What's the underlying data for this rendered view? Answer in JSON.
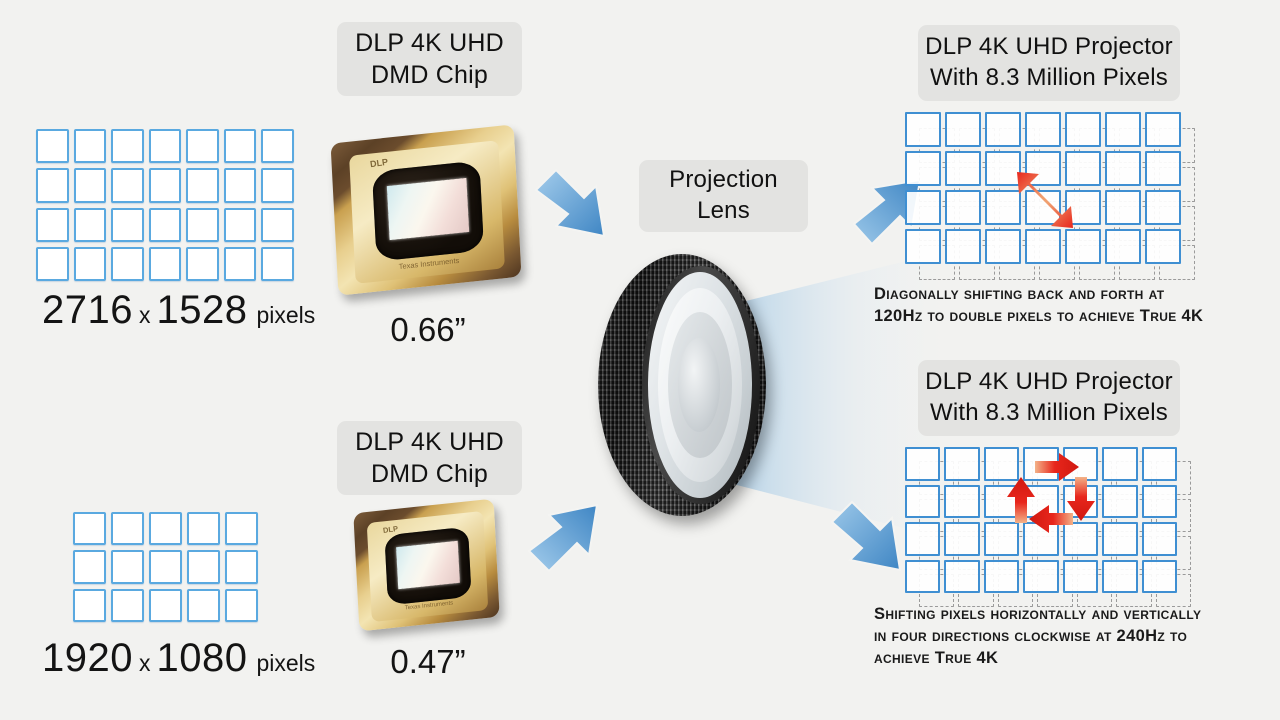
{
  "page": {
    "title": "DLP 4K UHD Pixel Shifting Diagram",
    "background_color": "#f2f2f0",
    "accent_blue": "#5aa9e0",
    "grid_blue": "#3f8fd2",
    "arrow_red": "#e02020",
    "chip_gold": "#e8cf8e",
    "chip_text_color": "#6b4f23"
  },
  "left": {
    "top": {
      "grid": {
        "columns": 7,
        "rows": 4,
        "cell_label": "pixel-cell"
      },
      "resolution": {
        "width": "2716",
        "separator": "x",
        "height": "1528",
        "unit": "pixels"
      }
    },
    "bottom": {
      "grid": {
        "columns": 5,
        "rows": 3,
        "cell_label": "pixel-cell"
      },
      "resolution": {
        "width": "1920",
        "separator": "x",
        "height": "1080",
        "unit": "pixels"
      }
    }
  },
  "chips": {
    "top": {
      "label_line1": "DLP 4K UHD",
      "label_line2": "DMD Chip",
      "size": "0.66”",
      "brand_logo": "DLP",
      "brand_text": "Texas Instruments"
    },
    "bottom": {
      "label_line1": "DLP 4K UHD",
      "label_line2": "DMD Chip",
      "size": "0.47”",
      "brand_logo": "DLP",
      "brand_text": "Texas Instruments"
    }
  },
  "lens": {
    "label_line1": "Projection",
    "label_line2": "Lens"
  },
  "right": {
    "top": {
      "label_line1": "DLP 4K UHD Projector",
      "label_line2": "With 8.3 Million Pixels",
      "grid": {
        "columns": 7,
        "rows": 4,
        "shift": "diagonal"
      },
      "arrow_mode": "diagonal-double",
      "caption_line1": "Diagonally shifting back and forth at",
      "caption_line2": "120Hz to double pixels to achieve True 4K"
    },
    "bottom": {
      "label_line1": "DLP 4K UHD Projector",
      "label_line2": "With 8.3 Million Pixels",
      "grid": {
        "columns": 7,
        "rows": 4,
        "shift": "four-direction"
      },
      "arrow_mode": "clockwise-four",
      "caption_line1": "Shifting pixels horizontally and vertically",
      "caption_line2": "in four directions clockwise at 240Hz to",
      "caption_line3": "achieve True 4K"
    }
  },
  "flow_arrows": [
    {
      "name": "arrow-top-chip-to-lens",
      "direction": "down-right"
    },
    {
      "name": "arrow-bottom-chip-to-lens",
      "direction": "up-right"
    },
    {
      "name": "arrow-lens-to-top-output",
      "direction": "up-right"
    },
    {
      "name": "arrow-lens-to-bottom-output",
      "direction": "down-right"
    }
  ]
}
